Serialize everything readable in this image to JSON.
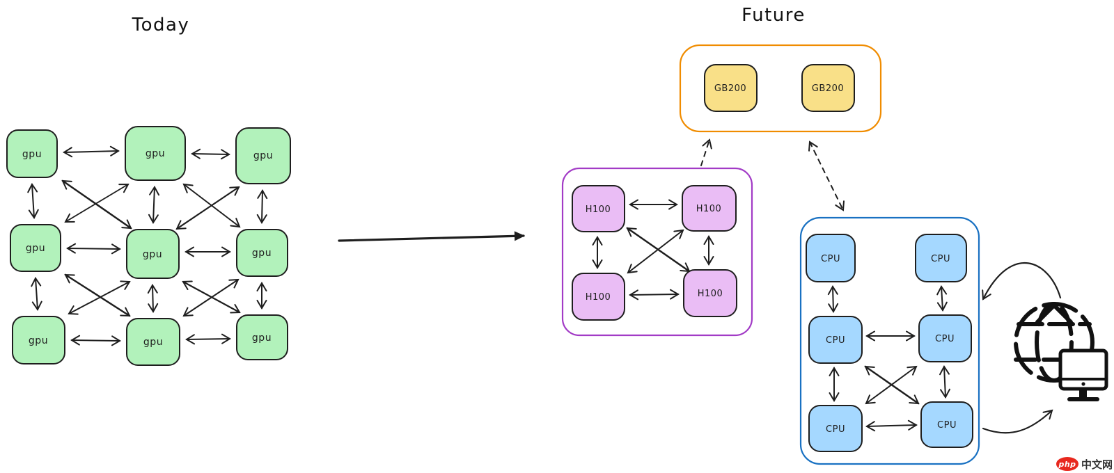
{
  "titles": {
    "today": "Today",
    "future": "Future"
  },
  "today_cluster": {
    "layout": "3x3 grid, neighbours and diagonals joined by bidirectional arrows",
    "nodes": [
      "gpu",
      "gpu",
      "gpu",
      "gpu",
      "gpu",
      "gpu",
      "gpu",
      "gpu",
      "gpu"
    ],
    "node_fill": "#b2f2bb",
    "node_stroke": "#1e1e1e"
  },
  "transition": {
    "type": "arrow",
    "direction": "left-to-right"
  },
  "future": {
    "gb200_cluster": {
      "frame_color": "#f08c00",
      "nodes": [
        "GB200",
        "GB200"
      ],
      "node_fill": "#f9e088"
    },
    "h100_cluster": {
      "frame_color": "#a23bc6",
      "nodes": [
        "H100",
        "H100",
        "H100",
        "H100"
      ],
      "node_fill": "#eabdf5",
      "layout": "2x2 grid, fully meshed with bidirectional arrows"
    },
    "cpu_cluster": {
      "frame_color": "#1971c2",
      "nodes": [
        "CPU",
        "CPU",
        "CPU",
        "CPU",
        "CPU",
        "CPU"
      ],
      "node_fill": "#a5d8ff",
      "layout": "3x2 grid; columns, middle and bottom rows and diagonals joined by bidirectional arrows"
    },
    "links": [
      {
        "from": "h100-cluster",
        "to": "gb200-cluster",
        "style": "dashed",
        "arrowheads": "end"
      },
      {
        "from": "gb200-cluster",
        "to": "cpu-cluster",
        "style": "dashed",
        "arrowheads": "both"
      },
      {
        "from": "internet",
        "to": "cpu-cluster",
        "style": "curved-solid",
        "arrowheads": "end"
      },
      {
        "from": "cpu-cluster",
        "to": "internet",
        "style": "curved-solid",
        "arrowheads": "end"
      }
    ],
    "internet_icons": [
      "globe-icon",
      "monitor-icon"
    ]
  },
  "watermark": {
    "badge": "php",
    "text": "中文网",
    "badge_fill": "#e8281e",
    "text_color": "#333333"
  }
}
